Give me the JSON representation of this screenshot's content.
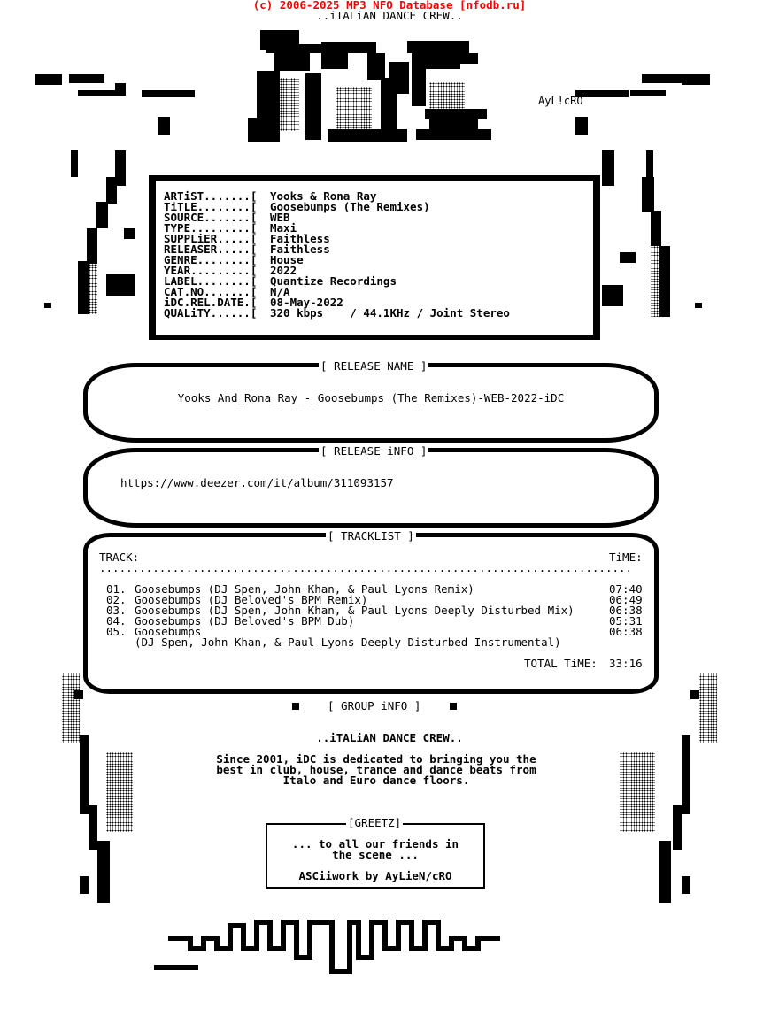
{
  "header": {
    "copyright": "(c) 2006-2025 MP3 NFO Database [nfodb.ru]",
    "group_tagline": "..iTALiAN DANCE CREW.."
  },
  "logo": {
    "text": "iDC",
    "artist_sig": "AyL!cRO"
  },
  "info": {
    "fields": [
      {
        "label": "ARTiST.......[",
        "value": "Yooks & Rona Ray"
      },
      {
        "label": "TiTLE........[",
        "value": "Goosebumps (The Remixes)"
      },
      {
        "label": "SOURCE.......[",
        "value": "WEB"
      },
      {
        "label": "TYPE.........[",
        "value": "Maxi"
      },
      {
        "label": "SUPPLiER.....[",
        "value": "Faithless"
      },
      {
        "label": "RELEASER.....[",
        "value": "Faithless"
      },
      {
        "label": "GENRE........[",
        "value": "House"
      },
      {
        "label": "YEAR.........[",
        "value": "2022"
      },
      {
        "label": "LABEL........[",
        "value": "Quantize Recordings"
      },
      {
        "label": "CAT.NO.......[",
        "value": "N/A"
      },
      {
        "label": "iDC.REL.DATE.[",
        "value": "08-May-2022"
      },
      {
        "label": "QUALiTY......[",
        "value": "320 kbps    / 44.1KHz / Joint Stereo"
      }
    ]
  },
  "release_name": {
    "title": "[ RELEASE NAME ]",
    "value": "Yooks_And_Rona_Ray_-_Goosebumps_(The_Remixes)-WEB-2022-iDC"
  },
  "release_info": {
    "title": "[ RELEASE iNFO ]",
    "url": "https://www.deezer.com/it/album/311093157"
  },
  "tracklist": {
    "title": "[ TRACKLIST ]",
    "col_track": "TRACK:",
    "col_time": "TiME:",
    "divider": "................................................................................",
    "tracks": [
      {
        "num": "01.",
        "title": "Goosebumps (DJ Spen, John Khan, & Paul Lyons Remix)",
        "title2": "",
        "time": "07:40"
      },
      {
        "num": "02.",
        "title": "Goosebumps (DJ Beloved's BPM Remix)",
        "title2": "",
        "time": "06:49"
      },
      {
        "num": "03.",
        "title": "Goosebumps (DJ Spen, John Khan, & Paul Lyons Deeply Disturbed Mix)",
        "title2": "",
        "time": "06:38"
      },
      {
        "num": "04.",
        "title": "Goosebumps (DJ Beloved's BPM Dub)",
        "title2": "",
        "time": "05:31"
      },
      {
        "num": "05.",
        "title": "Goosebumps",
        "title2": "(DJ Spen, John Khan, & Paul Lyons Deeply Disturbed Instrumental)",
        "time": "06:38"
      }
    ],
    "total_label": "TOTAL TiME:",
    "total_value": "33:16"
  },
  "group_info": {
    "title": "[ GROUP iNFO ]",
    "tagline": "..iTALiAN DANCE CREW..",
    "description_lines": [
      "Since 2001, iDC is dedicated to bringing you the",
      "best in club, house, trance and dance beats from",
      "Italo and Euro dance floors."
    ]
  },
  "greetz": {
    "title": "[GREETZ]",
    "lines": [
      "... to all our friends in",
      "the scene ..."
    ],
    "credit": "ASCiiwork by AyLieN/cRO"
  }
}
